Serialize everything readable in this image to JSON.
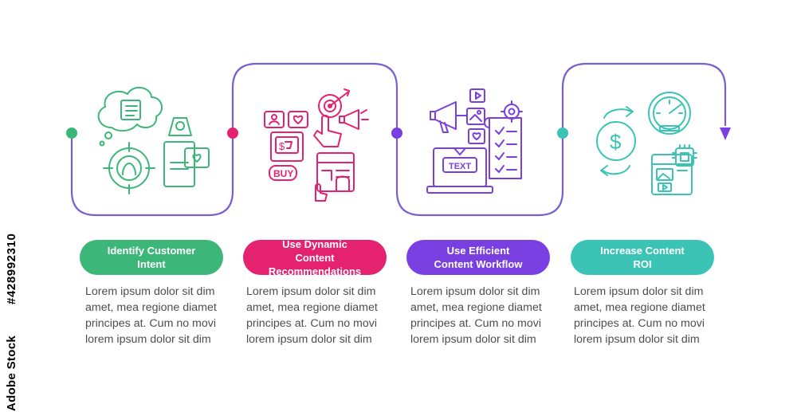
{
  "colors": {
    "green": "#3cb779",
    "pink": "#e5226f",
    "purple": "#7a3fe0",
    "teal": "#3bc4b6",
    "line": "#7a5fd0"
  },
  "steps": [
    {
      "title_1": "Identify Customer",
      "title_2": "Intent",
      "icon": "customer-intent-icon",
      "color": "#3cb779"
    },
    {
      "title_1": "Use Dynamic Content",
      "title_2": "Recommendations",
      "icon": "dynamic-content-icon",
      "color": "#e5226f"
    },
    {
      "title_1": "Use Efficient",
      "title_2": "Content Workflow",
      "icon": "content-workflow-icon",
      "color": "#7a3fe0"
    },
    {
      "title_1": "Increase Content ROI",
      "title_2": "",
      "icon": "content-roi-icon",
      "color": "#3bc4b6"
    }
  ],
  "description": {
    "line1": "Lorem ipsum dolor sit dim",
    "line2": "amet, mea regione diamet",
    "line3": "principes at. Cum no movi",
    "line4": "lorem ipsum dolor sit dim"
  },
  "icon_texts": {
    "buy": "BUY",
    "text": "TEXT",
    "dollar": "$"
  },
  "watermark": {
    "site": "Adobe Stock",
    "id": "#428992310"
  }
}
